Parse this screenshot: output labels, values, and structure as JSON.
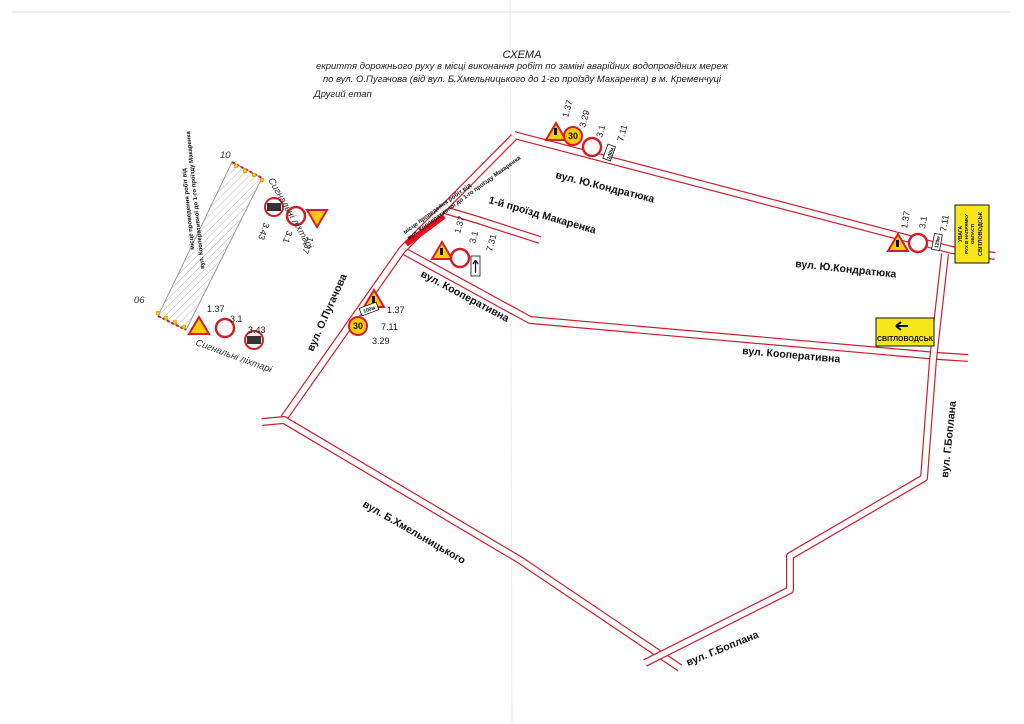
{
  "title": {
    "heading": "СХЕМА",
    "line1": "екриття дорожнього руху в місці виконання робіт по заміні аварійних водопровідних мереж",
    "line2": "по вул. О.Пугачова (від вул. Б.Хмельницького до 1-го проїзду Макаренка) в м. Кременчуці",
    "line3": "Другий етап"
  },
  "streets": {
    "kondratiuka_1": "вул. Ю.Кондратюка",
    "kondratiuka_2": "вул. Ю.Кондратюка",
    "makarenka": "1-й проїзд Макаренка",
    "kooperatyvna_1": "вул. Кооперативна",
    "kooperatyvna_2": "вул. Кооперативна",
    "puhachova": "вул. О.Пугачова",
    "khmelnytskoho": "вул. Б.Хмельницького",
    "boplana_1": "вул. Г.Боплана",
    "boplana_2": "вул. Г.Боплана"
  },
  "work_zone": {
    "note_line1": "місце проведення робіт від",
    "note_line2": "вул. Кооперативної до 1-го проїзду Макаренка",
    "color": "#e8101e"
  },
  "inset": {
    "label_top": "10",
    "label_bottom": "06",
    "note_line1": "місце проведення робіт від",
    "note_line2": "вул. Кооперативної до 1-го проїзду Макаренка",
    "lights_top": "Сигнальні ліхтарі",
    "lights_bottom": "Сигнальні ліхтарі",
    "codes_top": [
      "3.43",
      "3.1",
      "1.37"
    ],
    "codes_bottom": [
      "1.37",
      "3.1",
      "3.43"
    ]
  },
  "sign_groups": {
    "top_kondratiuka": {
      "codes": [
        "1.37",
        "3.29",
        "3.1",
        "7.11"
      ],
      "speed": "30",
      "distance": "100м"
    },
    "right_kondratiuka": {
      "codes": [
        "1.37",
        "3.1",
        "7.11"
      ],
      "distance": "120м"
    },
    "makarenka": {
      "codes": [
        "1.37",
        "3.1",
        "7.31"
      ]
    },
    "puhachova": {
      "codes": [
        "1.37",
        "7.11",
        "3.29"
      ],
      "speed": "30",
      "distance": "100м"
    }
  },
  "detour_signs": {
    "horizontal": "СВІТЛОВОДСЬК",
    "vertical_line1": "УВАГА",
    "vertical_line2": "РУХ В НАПРЯМКУ",
    "vertical_line3": "ОБЛАСТІ",
    "vertical_line4": "СВІТЛОВОДСЬК"
  },
  "colors": {
    "road_edge": "#c8202e",
    "sign_red": "#d21f26",
    "sign_yellow": "#ffcc00",
    "detour_yellow": "#f7e619"
  }
}
